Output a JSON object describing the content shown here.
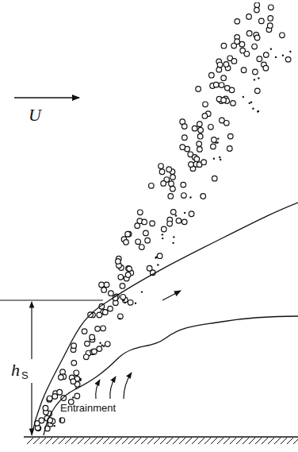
{
  "diagram": {
    "labels": [
      "U",
      "h",
      "S",
      "Entrainment"
    ]
  }
}
